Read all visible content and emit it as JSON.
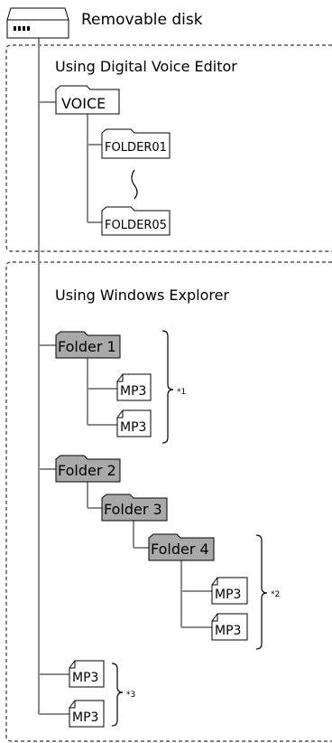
{
  "disk": {
    "label": "Removable disk"
  },
  "sections": {
    "dve": {
      "title": "Using Digital Voice Editor"
    },
    "explorer": {
      "title": "Using Windows Explorer"
    }
  },
  "dve_tree": {
    "voice": "VOICE",
    "folder_first": "FOLDER01",
    "folder_last": "FOLDER05",
    "ellipsis_glyph": "("
  },
  "explorer_tree": {
    "folder1": "Folder 1",
    "folder2": "Folder 2",
    "folder3": "Folder 3",
    "folder4": "Folder 4",
    "file_label": "MP3",
    "note1": "*1",
    "note2": "*2",
    "note3": "*3"
  },
  "colors": {
    "line": "#8a8a8a",
    "folder_fill_gray": "#a9a9a9",
    "folder_fill_white": "#ffffff",
    "stroke": "#000000"
  },
  "icons": {
    "disk": "removable-disk-icon",
    "folder": "folder-icon",
    "file": "mp3-file-icon"
  }
}
